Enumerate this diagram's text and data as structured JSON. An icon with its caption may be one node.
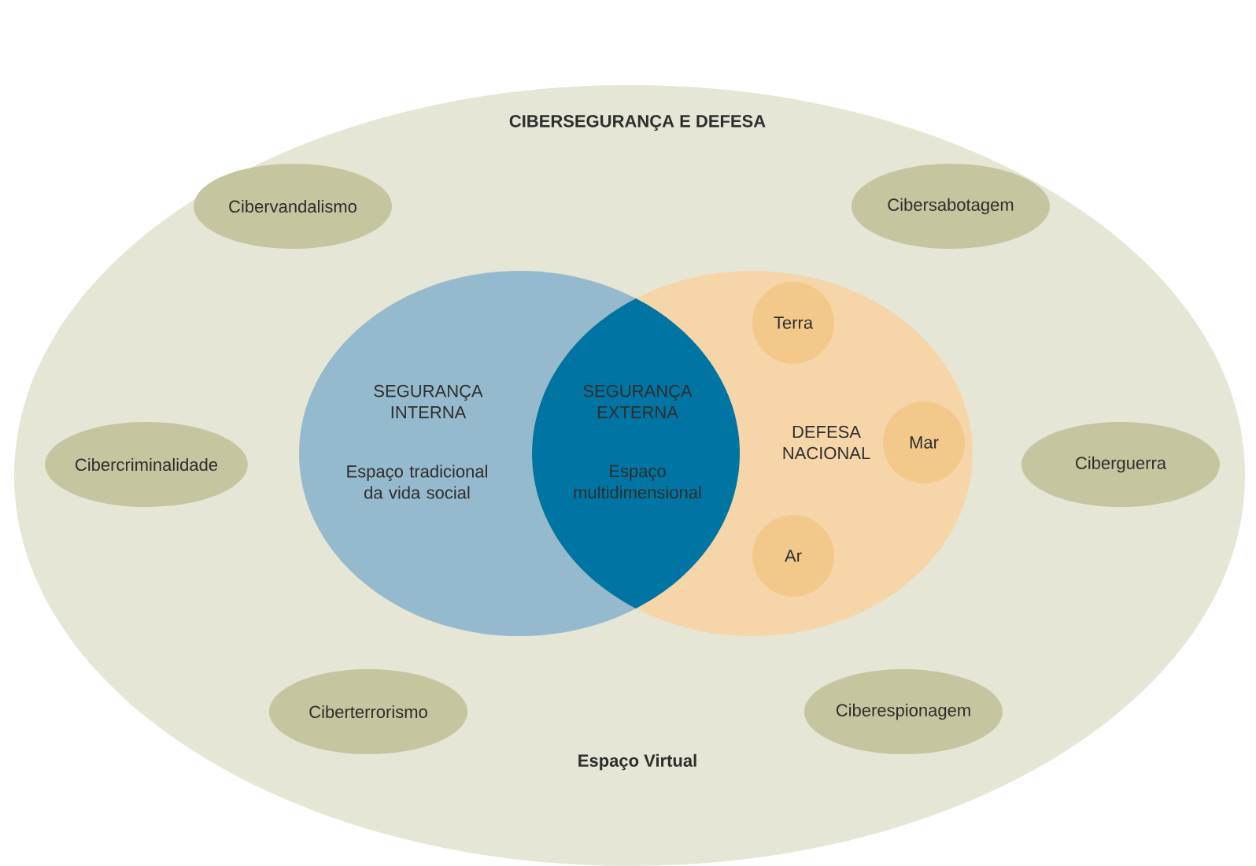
{
  "diagram": {
    "nodes": [
      {
        "text": [
          "CIBERSEGURANÇA E DEFESA",
          "Espaço Virtual"
        ]
      },
      {
        "text": [
          "Cibervandalismo"
        ],
        "in": 0
      },
      {
        "text": [
          "Cibersabotagem"
        ],
        "in": 0
      },
      {
        "text": [
          "Cibercriminalidade"
        ],
        "in": 0
      },
      {
        "text": [
          "Ciberguerra"
        ],
        "in": 0
      },
      {
        "text": [
          "Ciberterrorismo"
        ],
        "in": 0
      },
      {
        "text": [
          "Ciberespionagem"
        ],
        "in": 0
      },
      {
        "text": [
          "SEGURANÇA INTERNA",
          "Espaço tradicional da vida social"
        ],
        "in": 0
      },
      {
        "text": [
          "DEFESA NACIONAL"
        ],
        "in": 0
      },
      {
        "text": [
          "SEGURANÇA EXTERNA",
          "Espaço multidimensional"
        ]
      },
      {
        "text": [
          "Terra"
        ],
        "in": 8
      },
      {
        "text": [
          "Mar"
        ],
        "in": 8
      },
      {
        "text": [
          "Ar"
        ],
        "in": 8
      }
    ]
  }
}
